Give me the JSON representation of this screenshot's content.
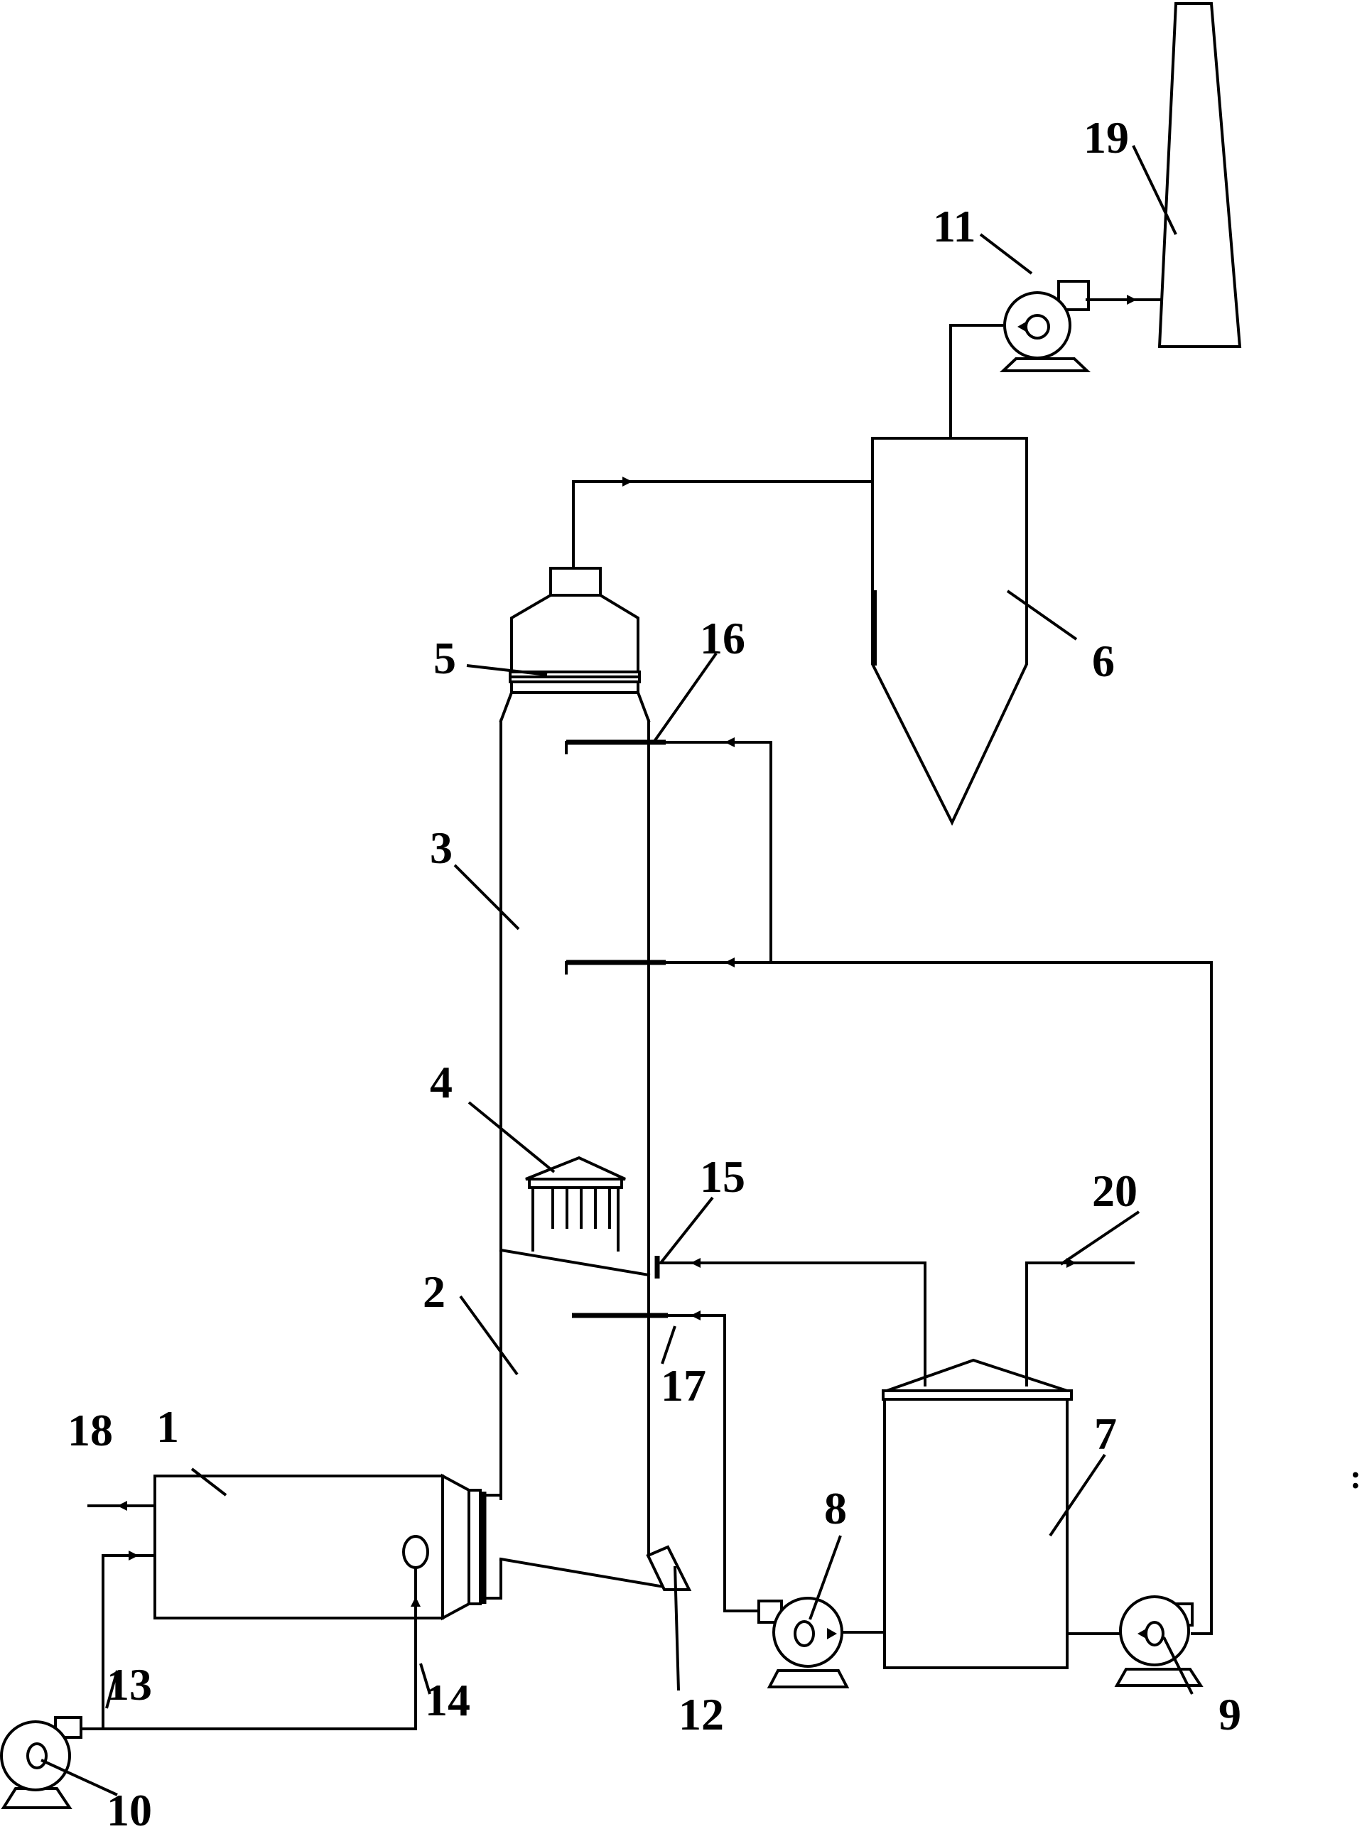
{
  "labels": {
    "l1": "1",
    "l2": "2",
    "l3": "3",
    "l4": "4",
    "l5": "5",
    "l6": "6",
    "l7": "7",
    "l8": "8",
    "l9": "9",
    "l10": "10",
    "l11": "11",
    "l12": "12",
    "l13": "13",
    "l14": "14",
    "l15": "15",
    "l16": "16",
    "l17": "17",
    "l18": "18",
    "l19": "19",
    "l20": "20"
  },
  "edge_mark": ":"
}
